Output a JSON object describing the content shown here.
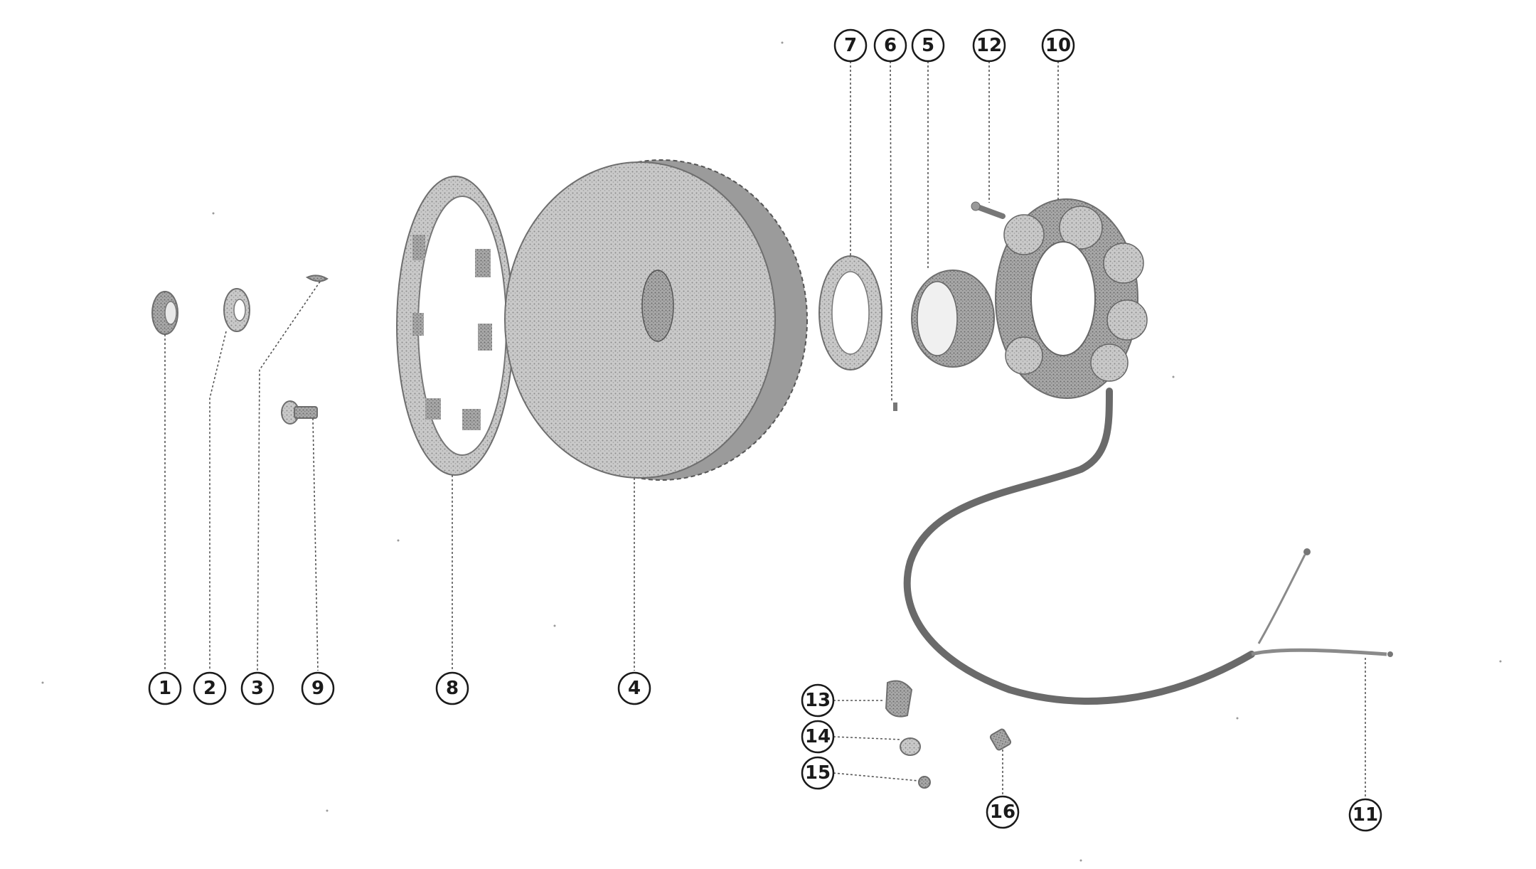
{
  "callouts": [
    {
      "id": "c1",
      "label": "1"
    },
    {
      "id": "c2",
      "label": "2"
    },
    {
      "id": "c3",
      "label": "3"
    },
    {
      "id": "c4",
      "label": "4"
    },
    {
      "id": "c5",
      "label": "5"
    },
    {
      "id": "c6",
      "label": "6"
    },
    {
      "id": "c7",
      "label": "7"
    },
    {
      "id": "c8",
      "label": "8"
    },
    {
      "id": "c9",
      "label": "9"
    },
    {
      "id": "c10",
      "label": "10"
    },
    {
      "id": "c11",
      "label": "11"
    },
    {
      "id": "c12",
      "label": "12"
    },
    {
      "id": "c13",
      "label": "13"
    },
    {
      "id": "c14",
      "label": "14"
    },
    {
      "id": "c15",
      "label": "15"
    },
    {
      "id": "c16",
      "label": "16"
    }
  ],
  "colors": {
    "ink": "#1a1a1a",
    "part_shade": "#b5b5b5",
    "part_dark": "#7a7a7a",
    "background": "#ffffff"
  }
}
